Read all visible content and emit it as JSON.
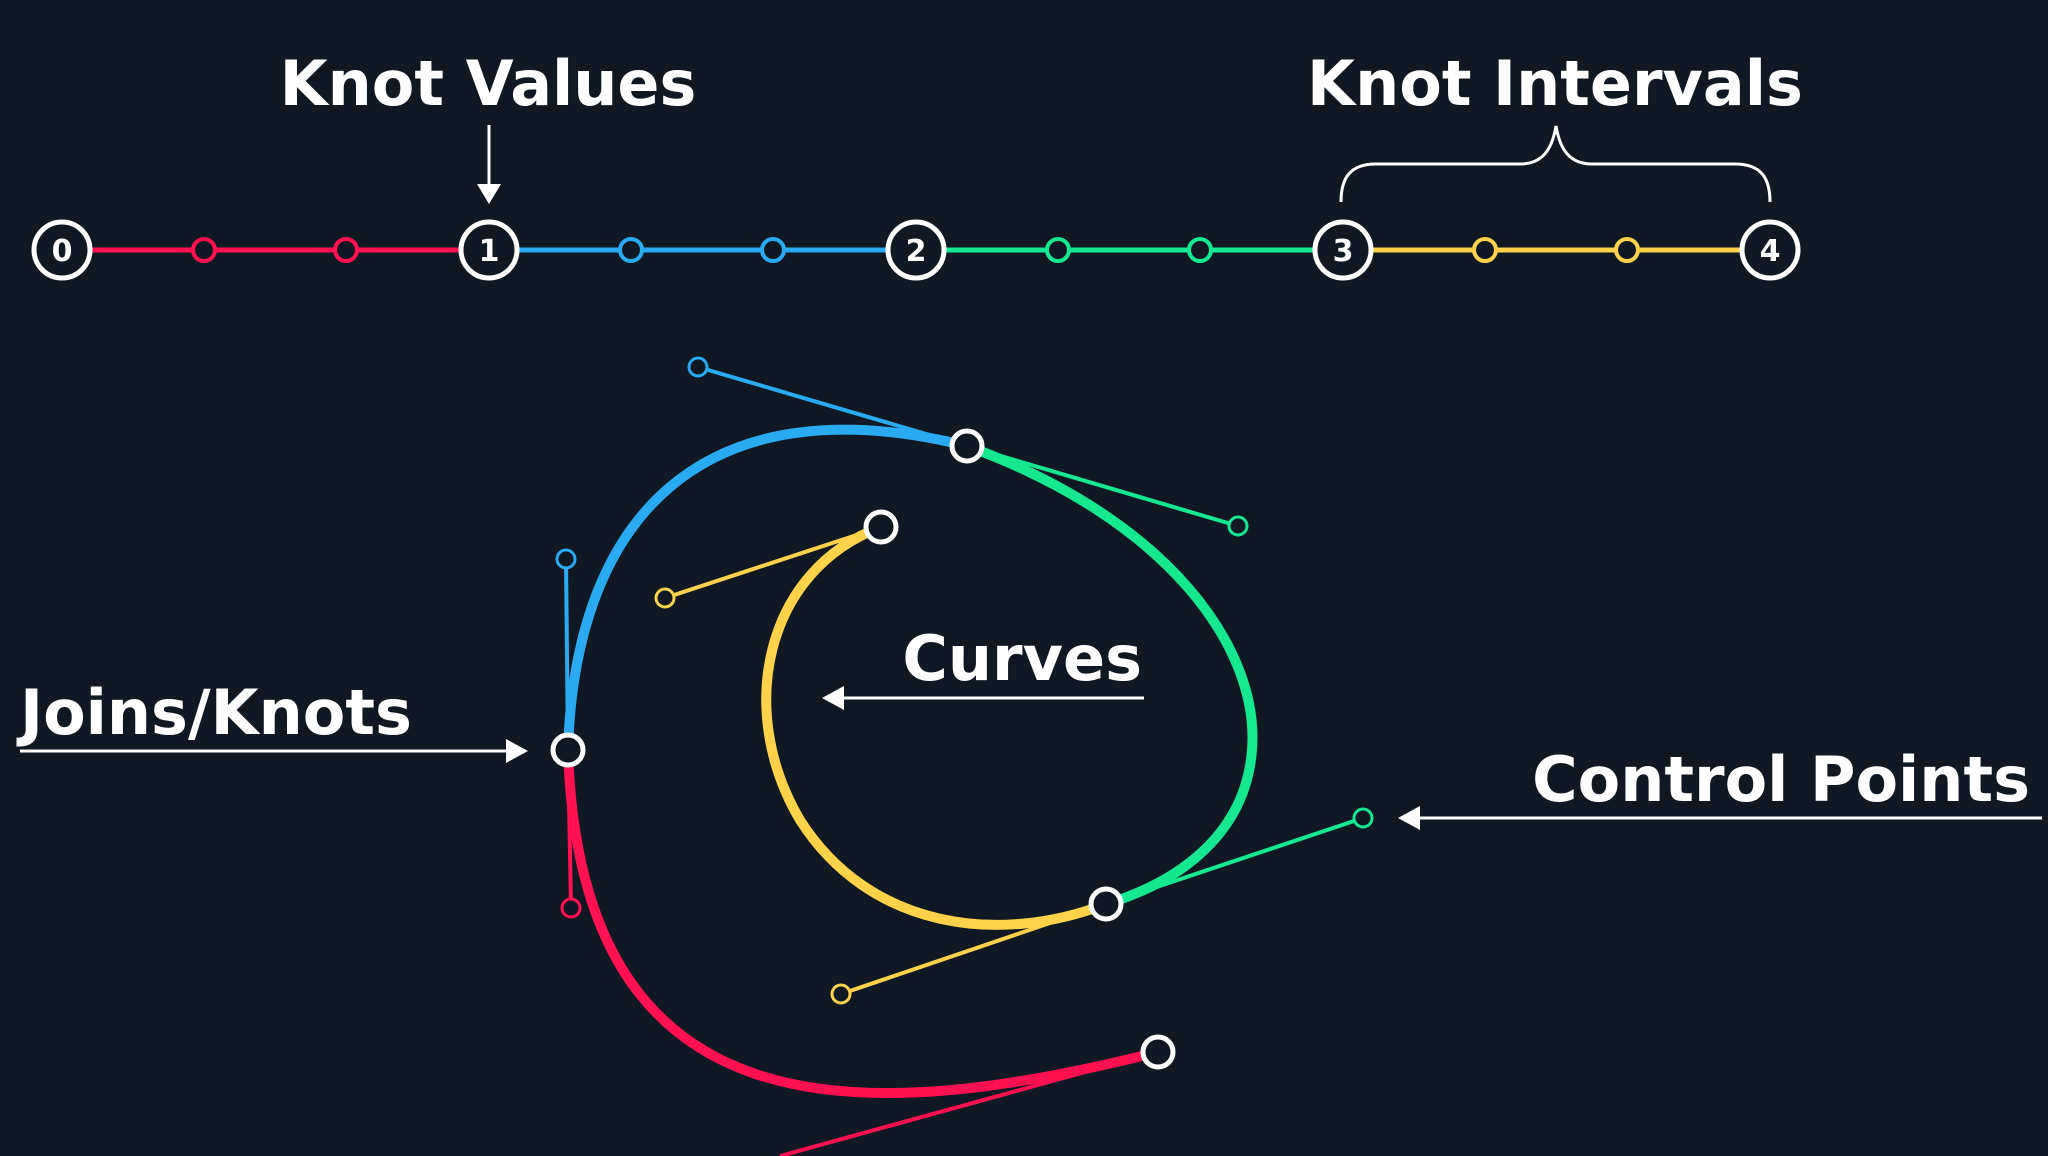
{
  "labels": {
    "knot_values": "Knot Values",
    "knot_intervals": "Knot Intervals",
    "curves": "Curves",
    "joins_knots": "Joins/Knots",
    "control_points": "Control Points"
  },
  "knot_values": [
    "0",
    "1",
    "2",
    "3",
    "4"
  ],
  "colors": {
    "background": "#0f1823",
    "segment_1": "#ff1050",
    "segment_2": "#2aaaf0",
    "segment_3": "#15e890",
    "segment_4": "#fcd24a",
    "marker": "#ffffff"
  }
}
